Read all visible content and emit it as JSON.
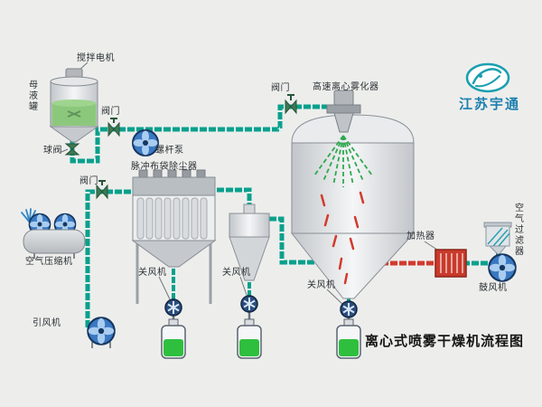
{
  "page": {
    "background": "#edeeec"
  },
  "branding": {
    "company_name": "江苏宇通",
    "logo_color": "#1a9fb0"
  },
  "title": {
    "text": "离心式喷雾干燥机流程图"
  },
  "labels": {
    "stir_motor": "搅拌电机",
    "mother_liquor_tank": "母液罐",
    "ball_valve": "球阀",
    "feed_valve": "阀门",
    "screw_pump": "螺杆泵",
    "atomizer_valve": "阀门",
    "atomizer": "高速离心雾化器",
    "bag_filter": "脉冲布袋除尘器",
    "exhaust_valve": "阀门",
    "air_compressor": "空气压缩机",
    "induced_draft_fan": "引风机",
    "rotary_valve_bag_filter": "关风机",
    "rotary_valve_cyclone": "关风机",
    "rotary_valve_tower": "关风机",
    "heater": "加热器",
    "air_filter": "空气过滤器",
    "blower": "鼓风机"
  },
  "colors": {
    "pipe_cool": "#0aa08c",
    "pipe_hot": "#d23b2e",
    "fan_blue": "#3a78c2",
    "liquid_green": "#2fbf3f",
    "heater_red": "#c93a2c"
  }
}
